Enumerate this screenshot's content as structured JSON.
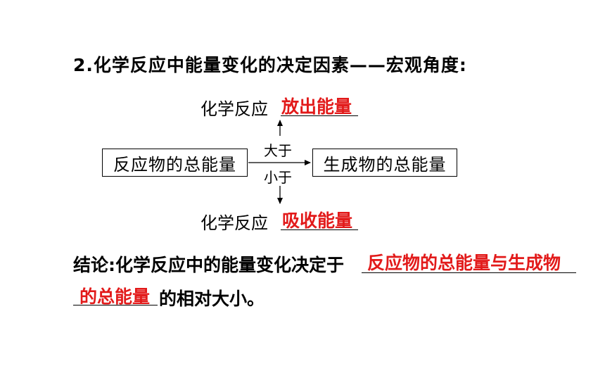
{
  "heading": "2.化学反应中能量变化的决定因素——宏观角度:",
  "diagram": {
    "top_prefix": "化学反应",
    "top_answer": "放出能量",
    "bottom_prefix": "化学反应",
    "bottom_answer": "吸收能量",
    "reactants_box": "反应物的总能量",
    "products_box": "生成物的总能量",
    "greater_label": "大于",
    "less_label": "小于"
  },
  "conclusion": {
    "prefix": "结论:化学反应中的能量变化决定于",
    "answer_line1": "反应物的总能量与生成物",
    "answer_line2": "的总能量",
    "suffix": "的相对大小。"
  },
  "colors": {
    "answer": "#e21a1a",
    "text": "#000000"
  }
}
